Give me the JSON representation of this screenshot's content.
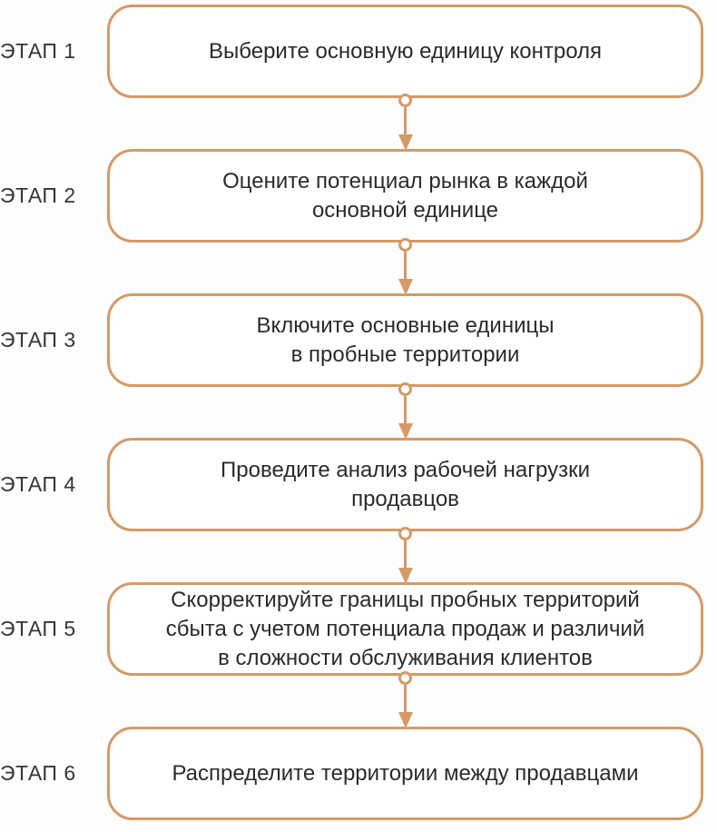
{
  "colors": {
    "accent": "#d59a66",
    "text": "#2b2b2b",
    "label": "#363636",
    "background": "#fdfdfd",
    "box_fill": "#ffffff"
  },
  "steps": [
    {
      "label": "ЭТАП 1",
      "text": "Выберите основную единицу контроля"
    },
    {
      "label": "ЭТАП 2",
      "text": "Оцените потенциал рынка в каждой\nосновной единице"
    },
    {
      "label": "ЭТАП 3",
      "text": "Включите основные единицы\nв пробные территории"
    },
    {
      "label": "ЭТАП 4",
      "text": "Проведите анализ рабочей нагрузки\nпродавцов"
    },
    {
      "label": "ЭТАП 5",
      "text": "Скорректируйте границы пробных территорий\nсбыта с учетом потенциала продаж и различий\nв сложности обслуживания клиентов"
    },
    {
      "label": "ЭТАП 6",
      "text": "Распределите территории между продавцами"
    }
  ]
}
